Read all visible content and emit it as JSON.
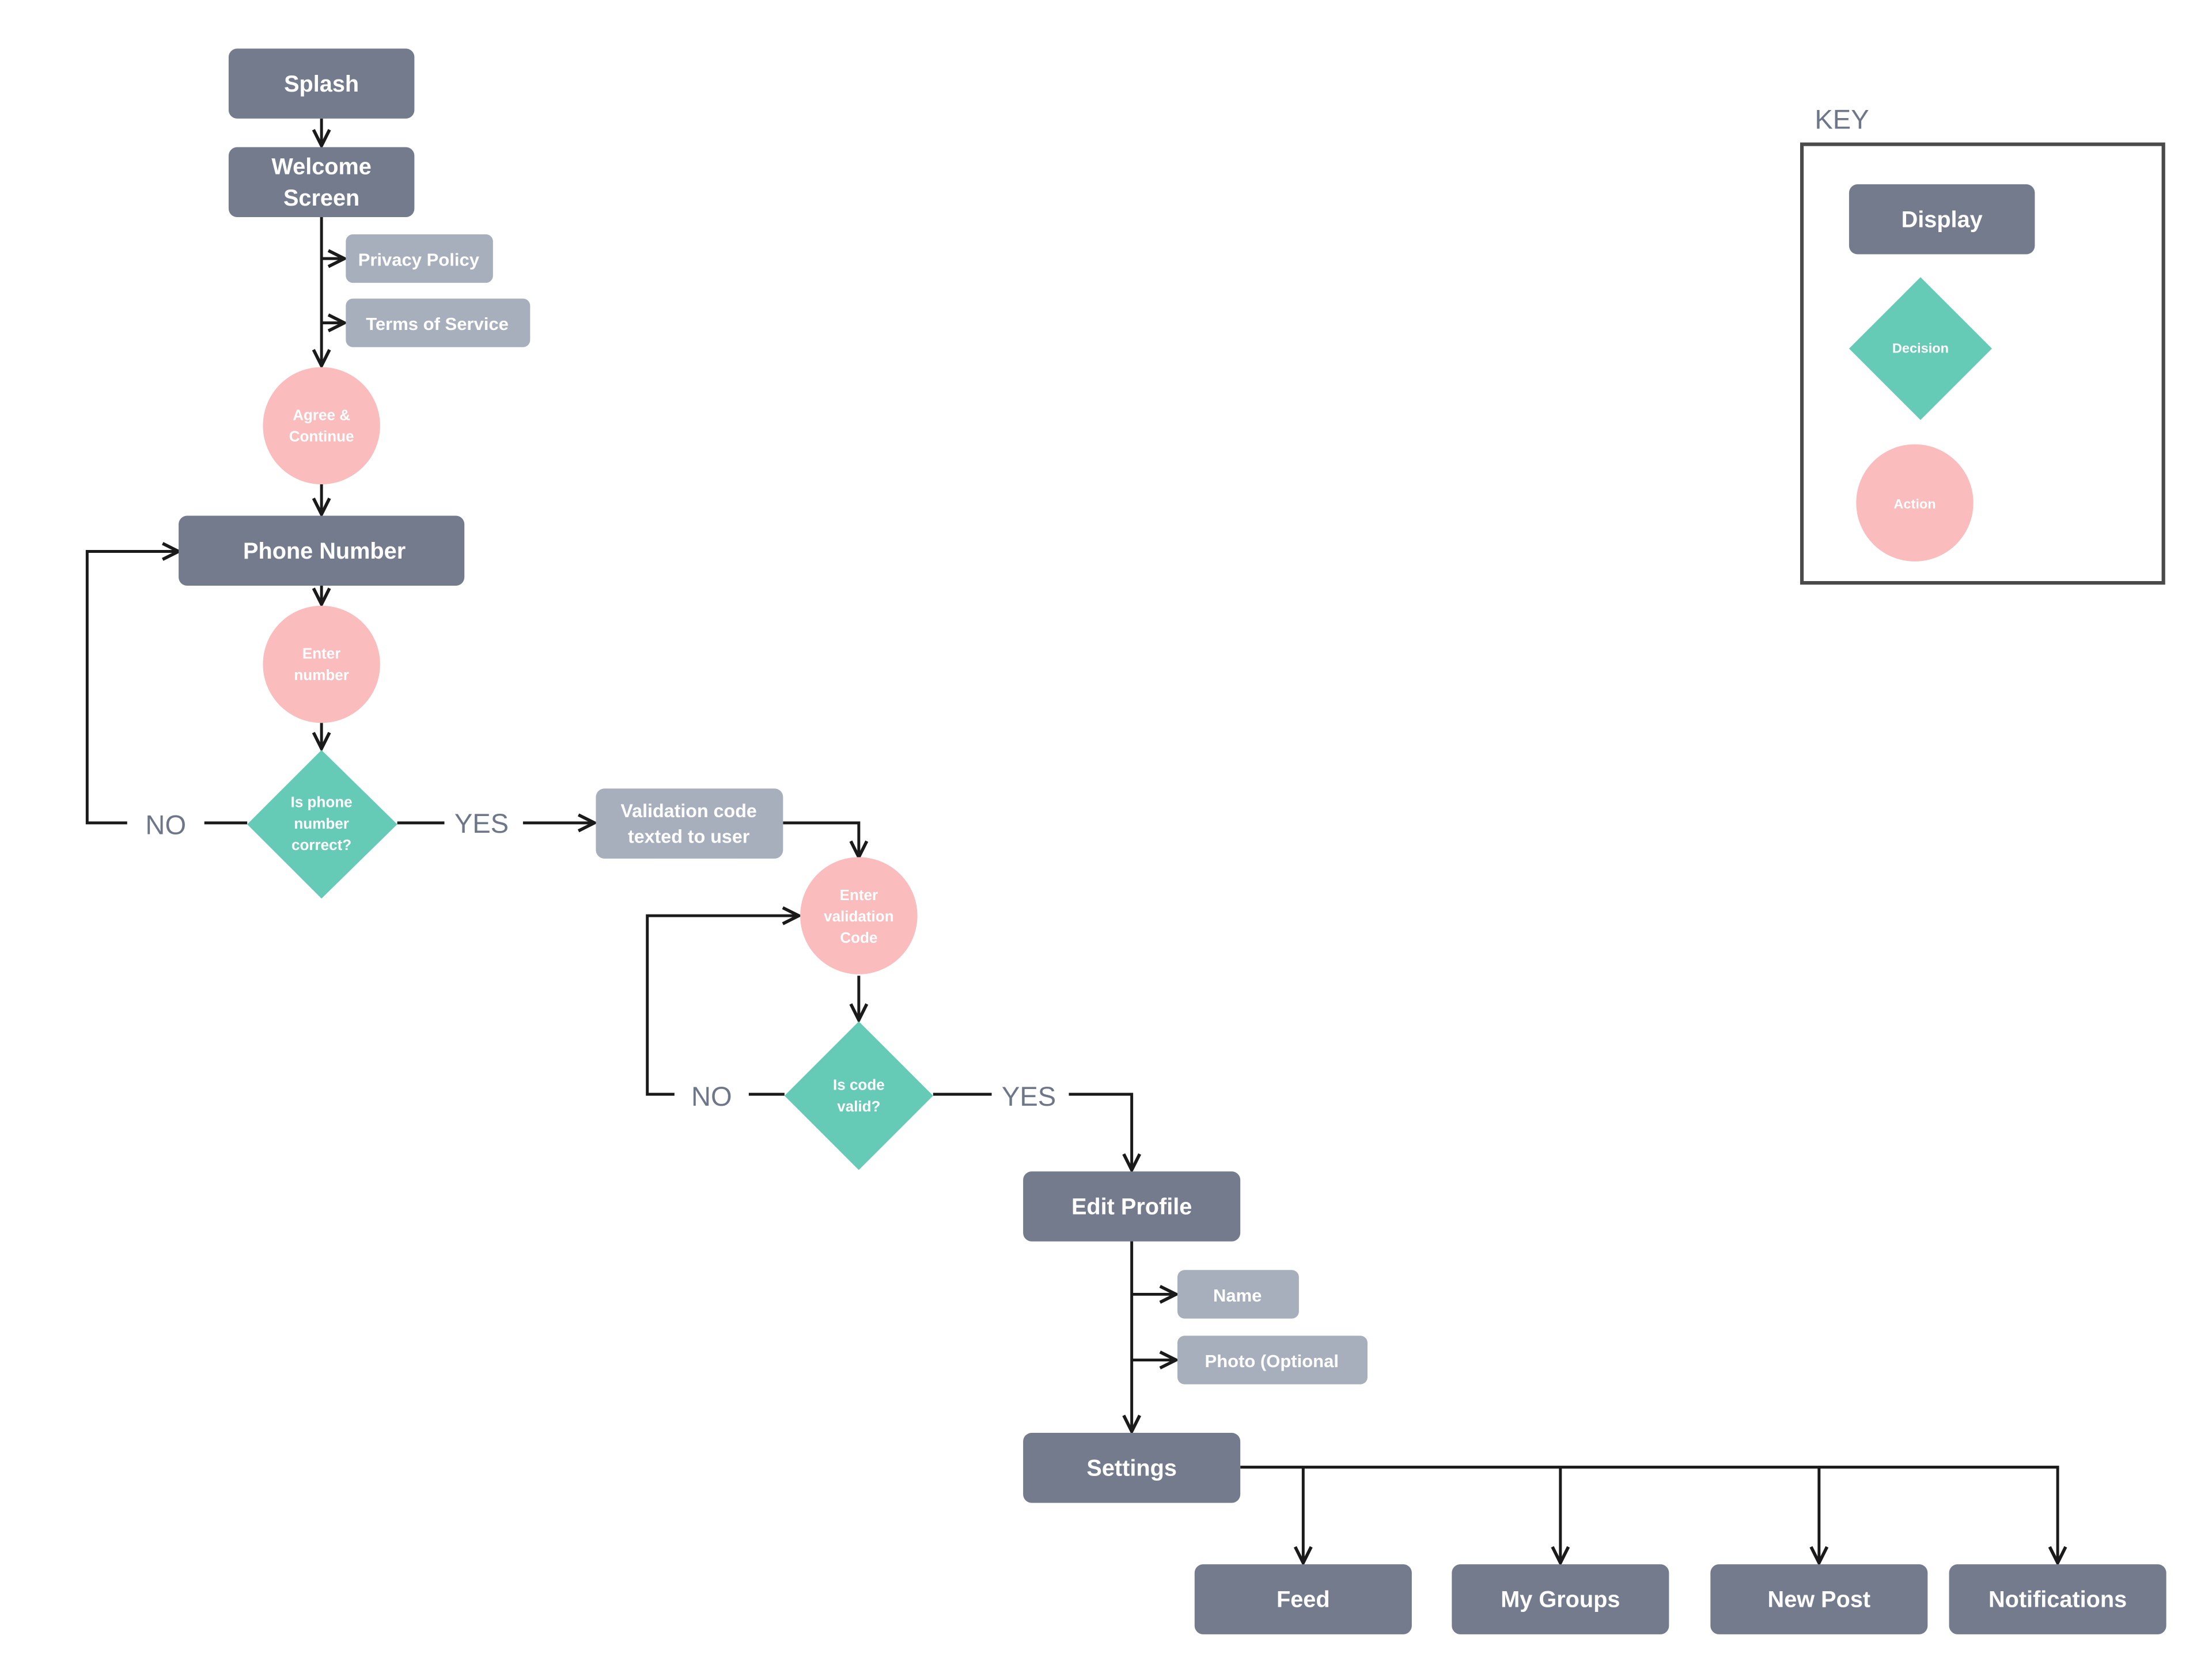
{
  "colors": {
    "display": "#737b8d",
    "display_light": "#a7afbd",
    "decision": "#66cbb6",
    "action": "#fbbcbd",
    "line": "#1a1a1a",
    "label": "#6e7689",
    "key_border": "#4a4a4a"
  },
  "nodes": {
    "splash": "Splash",
    "welcome_line1": "Welcome",
    "welcome_line2": "Screen",
    "privacy": "Privacy Policy",
    "terms": "Terms of Service",
    "agree_line1": "Agree &",
    "agree_line2": "Continue",
    "phone": "Phone Number",
    "enter_num_line1": "Enter",
    "enter_num_line2": "number",
    "is_phone_line1": "Is phone",
    "is_phone_line2": "number",
    "is_phone_line3": "correct?",
    "validation_line1": "Validation code",
    "validation_line2": "texted to user",
    "enter_val_line1": "Enter",
    "enter_val_line2": "validation",
    "enter_val_line3": "Code",
    "is_code_line1": "Is code",
    "is_code_line2": "valid?",
    "edit_profile": "Edit Profile",
    "name": "Name",
    "photo": "Photo (Optional",
    "settings": "Settings",
    "feed": "Feed",
    "my_groups": "My Groups",
    "new_post": "New Post",
    "notifications": "Notifications"
  },
  "edge_labels": {
    "no1": "NO",
    "yes1": "YES",
    "no2": "NO",
    "yes2": "YES"
  },
  "key": {
    "title": "KEY",
    "display": "Display",
    "decision": "Decision",
    "action": "Action"
  }
}
